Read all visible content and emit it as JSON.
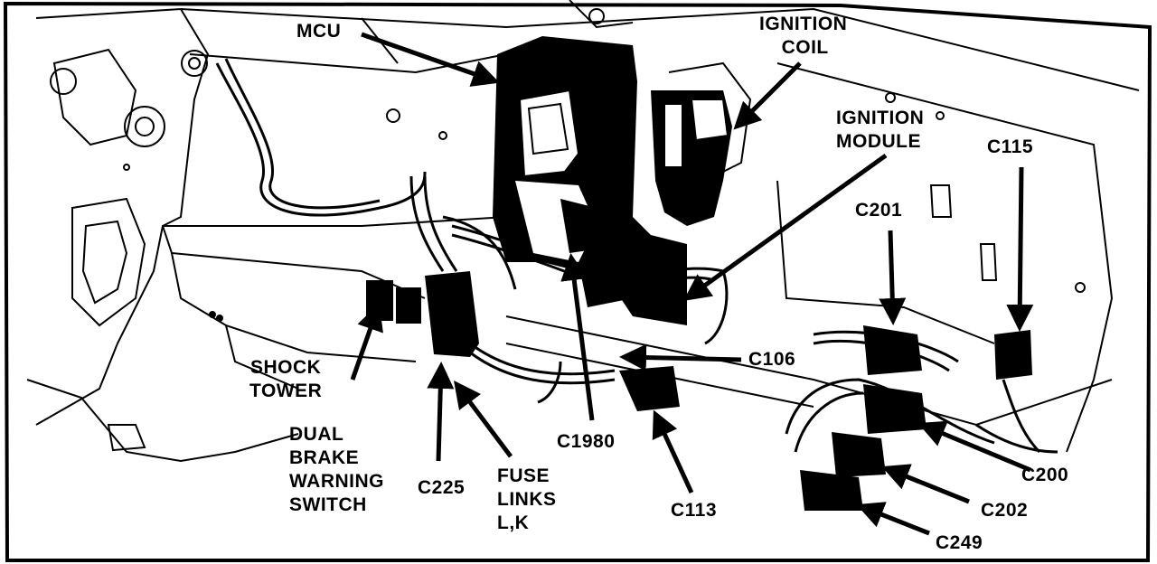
{
  "colors": {
    "ink": "#000000",
    "paper": "#ffffff"
  },
  "labels": {
    "mcu": "MCU",
    "ignition_coil": [
      "IGNITION",
      "COIL"
    ],
    "ignition_module": [
      "IGNITION",
      "MODULE"
    ],
    "c115": "C115",
    "c201": "C201",
    "shock_tower": [
      "SHOCK",
      "TOWER"
    ],
    "dual_brake_warning_switch": [
      "DUAL",
      "BRAKE",
      "WARNING",
      "SWITCH"
    ],
    "c225": "C225",
    "fuse_links": [
      "FUSE",
      "LINKS",
      "L,K"
    ],
    "c1980": "C1980",
    "c106": "C106",
    "c113": "C113",
    "c200": "C200",
    "c202": "C202",
    "c249": "C249"
  }
}
